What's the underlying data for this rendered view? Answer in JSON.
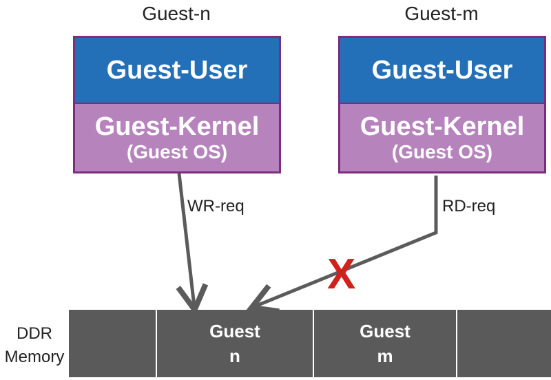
{
  "colors": {
    "user": "#2470b8",
    "kernel": "#b683bd",
    "border": "#7b2e7e",
    "memory": "#5a5a5a",
    "arrow": "#5b5b5b",
    "cross": "#d0221c"
  },
  "guests": [
    {
      "label": "Guest-n",
      "user": "Guest-User",
      "kernel": "Guest-Kernel",
      "kernel_sub": "(Guest OS)",
      "request": "WR-req"
    },
    {
      "label": "Guest-m",
      "user": "Guest-User",
      "kernel": "Guest-Kernel",
      "kernel_sub": "(Guest OS)",
      "request": "RD-req"
    }
  ],
  "blocked_mark": "X",
  "memory": {
    "label_line1": "DDR",
    "label_line2": "Memory",
    "cells": [
      {
        "line1": "",
        "line2": ""
      },
      {
        "line1": "Guest",
        "line2": "n"
      },
      {
        "line1": "Guest",
        "line2": "m"
      },
      {
        "line1": "",
        "line2": ""
      }
    ]
  }
}
